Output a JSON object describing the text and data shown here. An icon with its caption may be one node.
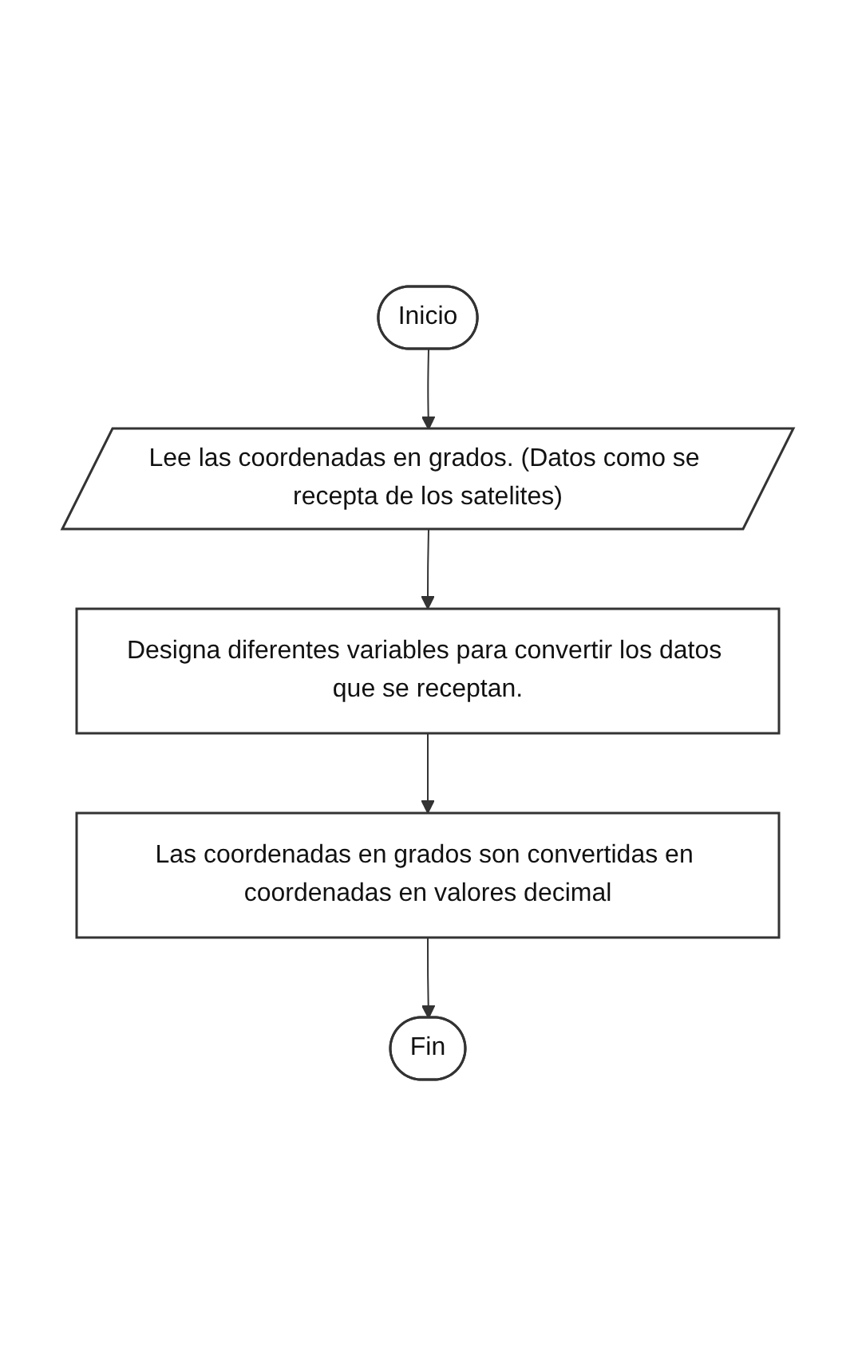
{
  "diagram": {
    "nodes": [
      {
        "text": [
          "Inicio"
        ]
      },
      {
        "text": [
          "Lee las coordenadas en grados. (Datos como se recepta de los satelites)"
        ]
      },
      {
        "text": [
          "Designa diferentes variables para convertir los datos que se receptan."
        ]
      },
      {
        "text": [
          "Las coordenadas en grados son convertidas en coordenadas en valores decimal"
        ]
      },
      {
        "text": [
          "Fin"
        ]
      }
    ],
    "edges": [
      {
        "from": 0,
        "to": 1,
        "arrow": "to"
      },
      {
        "from": 1,
        "to": 2,
        "arrow": "to"
      },
      {
        "from": 2,
        "to": 3,
        "arrow": "to"
      },
      {
        "from": 3,
        "to": 4,
        "arrow": "to"
      }
    ]
  }
}
